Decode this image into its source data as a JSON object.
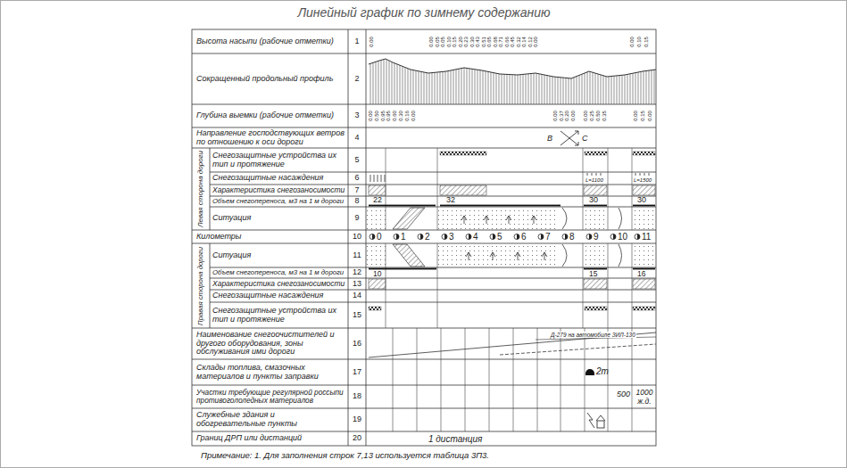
{
  "diagram": {
    "title": "Линейный график по зимнему содержанию",
    "labels": [
      "Высота насыпи (рабочие отметки)",
      "Сокращенный продольный профиль",
      "Глубина выемки (рабочие отметки)",
      "Направление господствующих ветров по отношению к оси дороги",
      "Снегозащитные устройства их тип и протяжение",
      "Снегозащитные насаждения",
      "Характеристика снегозаносимости",
      "Объем снегопереноса, м3 на 1 м дороги",
      "Ситуация",
      "Километры",
      "Ситуация",
      "Объем снегопереноса, м3 на 1 м дороги",
      "Характеристика снегозаносимости",
      "Снегозащитные насаждения",
      "Снегозащитные устройства их тип и протяжение",
      "Наименование снегоочистителей и другого оборудования, зоны обслуживания ими дороги",
      "Склады топлива, смазочных материалов и пункты заправки",
      "Участки требующие регулярной россыпи противогололедных материалов",
      "Служебные здания и обогревательные пункты",
      "Границ ДРП или дистанций",
      "Левая сторона дороги",
      "Правая сторона дороги",
      "1",
      "2",
      "3",
      "4",
      "5",
      "6",
      "7",
      "8",
      "9",
      "10",
      "11",
      "12",
      "13",
      "14",
      "15",
      "16",
      "17",
      "18",
      "19",
      "20",
      "0",
      "1",
      "2",
      "3",
      "4",
      "5",
      "6",
      "7",
      "8",
      "9",
      "10",
      "11",
      "0.00",
      "0.00",
      "0.05",
      "0.05",
      "0.10",
      "0.15",
      "0.20",
      "0.23",
      "0.30",
      "0.43",
      "0.51",
      "0.65",
      "0.68",
      "0.71",
      "0.66",
      "0.45",
      "0.32",
      "0.14",
      "0.12",
      "0.00",
      "0.00",
      "0.10",
      "0.15",
      "0.00",
      "0.50",
      "0.95",
      "0.95",
      "0.60",
      "0.30",
      "0.16",
      "0.00",
      "0.00",
      "0.37",
      "0.20",
      "0.00",
      "0.00",
      "0.25",
      "0.50",
      "0.35",
      "0.00",
      "0.15",
      "0.00",
      "В",
      "С",
      "22",
      "32",
      "30",
      "30",
      "10",
      "15",
      "16",
      "L=1100",
      "L=1500",
      "Д-279 на автомобиле ЗИЛ-130",
      "2т",
      "500",
      "1000 ж.д.",
      "1 дистанция",
      "Примечание: 1. Для заполнения строк 7,13 используется таблица 3П3."
    ]
  }
}
